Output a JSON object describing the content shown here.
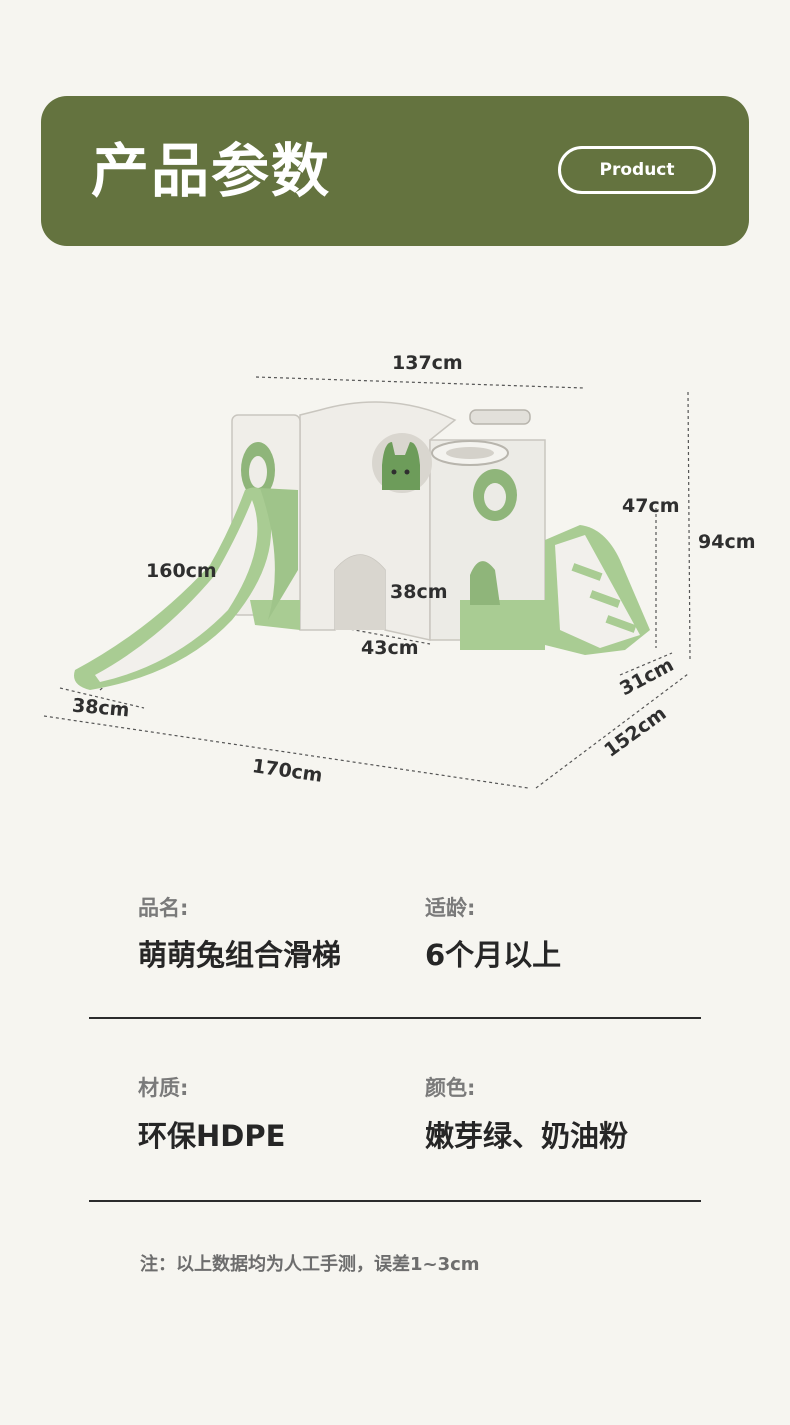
{
  "header": {
    "title": "产品参数",
    "badge": "Product",
    "background_color": "#64733f"
  },
  "dimensions": {
    "top_width": "137cm",
    "height_total": "94cm",
    "wall_height": "47cm",
    "slide_length": "160cm",
    "tunnel_height": "38cm",
    "tunnel_width": "43cm",
    "slide_width": "38cm",
    "step_depth": "31cm",
    "total_length": "170cm",
    "total_depth": "152cm"
  },
  "product_colors": {
    "green": "#9fc48a",
    "white": "#f0eeea"
  },
  "specs": [
    {
      "label": "品名:",
      "value": "萌萌兔组合滑梯"
    },
    {
      "label": "适龄:",
      "value": "6个月以上"
    },
    {
      "label": "材质:",
      "value": "环保HDPE"
    },
    {
      "label": "颜色:",
      "value": "嫩芽绿、奶油粉"
    }
  ],
  "note": "注：以上数据均为人工手测，误差1~3cm"
}
